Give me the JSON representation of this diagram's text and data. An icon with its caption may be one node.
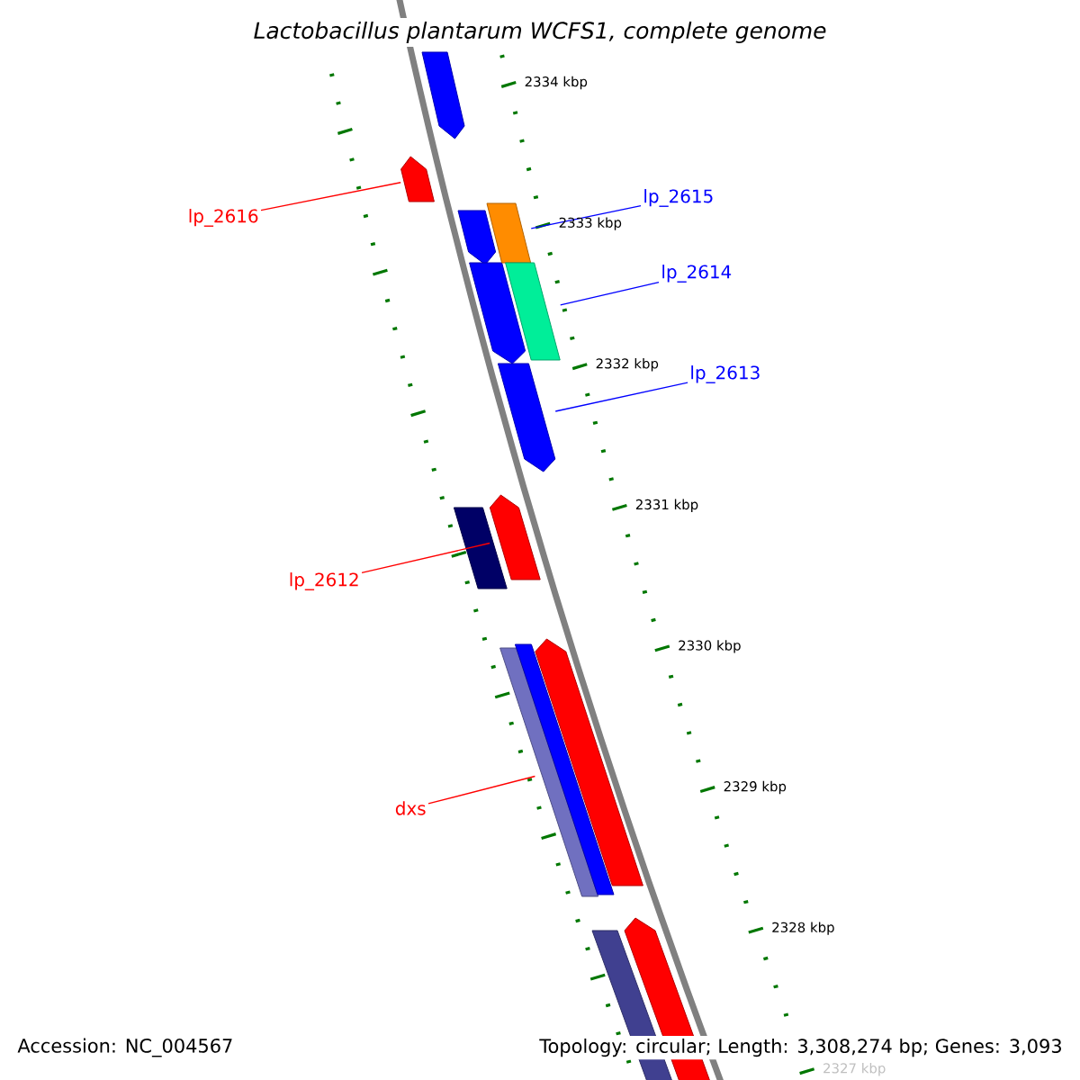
{
  "diagram": {
    "title": "Lactobacillus plantarum WCFS1, complete genome",
    "nodes": [
      {
        "text": [
          "lp_2615"
        ]
      },
      {
        "text": [
          "lp_2616"
        ]
      },
      {
        "text": [
          "lp_2614"
        ]
      },
      {
        "text": [
          "lp_2613"
        ]
      },
      {
        "text": [
          "lp_2612"
        ]
      },
      {
        "text": [
          "dxs"
        ]
      },
      {
        "text": [],
        "shape": "bar"
      },
      {
        "text": [],
        "shape": "bar"
      },
      {
        "text": [],
        "shape": "bar"
      },
      {
        "text": [],
        "shape": "bar"
      },
      {
        "text": [],
        "shape": "bar"
      },
      {
        "text": [],
        "shape": "bar"
      }
    ],
    "edges": [
      {
        "from": 0,
        "to": 7,
        "arrow": "none",
        "color": "#0000ff"
      },
      {
        "from": 1,
        "to": 6,
        "arrow": "none",
        "color": "#ff0000"
      },
      {
        "from": 2,
        "to": 8,
        "arrow": "none",
        "color": "#0000ff"
      },
      {
        "from": 3,
        "to": 9,
        "arrow": "none",
        "color": "#0000ff"
      },
      {
        "from": 4,
        "to": 10,
        "arrow": "none",
        "color": "#ff0000"
      },
      {
        "from": 5,
        "to": 11,
        "arrow": "none",
        "color": "#ff0000"
      }
    ],
    "labels": [
      "2334 kbp",
      "2333 kbp",
      "2332 kbp",
      "2331 kbp",
      "2330 kbp",
      "2329 kbp",
      "2328 kbp",
      "2327 kbp",
      "Accession: NC_004567",
      "Topology: circular; Length: 3,308,274 bp; Genes: 3,093"
    ]
  }
}
